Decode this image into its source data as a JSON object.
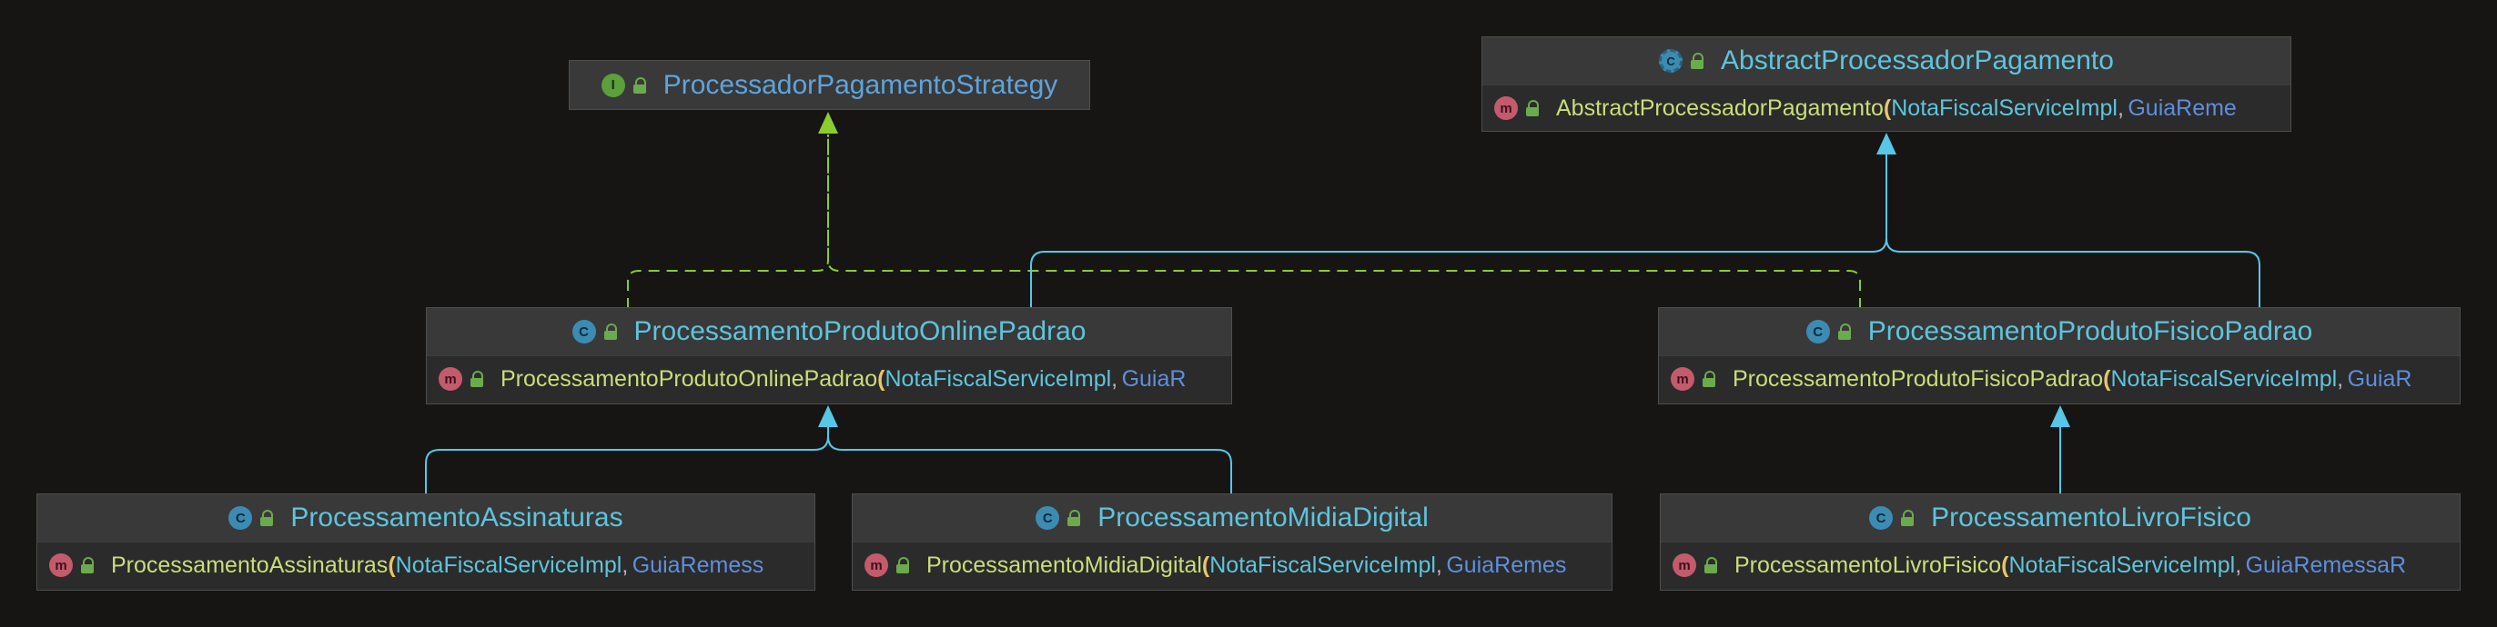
{
  "colors": {
    "background": "#161514",
    "implements_edge": "#8ccc2c",
    "extends_edge": "#56c7e6"
  },
  "nodes": {
    "strategy": {
      "title": "ProcessadorPagamentoStrategy",
      "kind_icon": "interface-icon",
      "kind_letter": "I"
    },
    "abstract": {
      "title": "AbstractProcessadorPagamento",
      "kind_icon": "abstract-class-icon",
      "kind_letter": "C",
      "ctor": {
        "name": "AbstractProcessadorPagamento",
        "paren": "(",
        "param1": "NotaFiscalServiceImpl",
        "comma": ",",
        "param2": "GuiaReme"
      }
    },
    "online": {
      "title": "ProcessamentoProdutoOnlinePadrao",
      "kind_icon": "class-icon",
      "kind_letter": "C",
      "ctor": {
        "name": "ProcessamentoProdutoOnlinePadrao",
        "paren": "(",
        "param1": "NotaFiscalServiceImpl",
        "comma": ",",
        "param2": "GuiaR"
      }
    },
    "fisico": {
      "title": "ProcessamentoProdutoFisicoPadrao",
      "kind_icon": "class-icon",
      "kind_letter": "C",
      "ctor": {
        "name": "ProcessamentoProdutoFisicoPadrao",
        "paren": "(",
        "param1": "NotaFiscalServiceImpl",
        "comma": ",",
        "param2": "GuiaR"
      }
    },
    "assinaturas": {
      "title": "ProcessamentoAssinaturas",
      "kind_icon": "class-icon",
      "kind_letter": "C",
      "ctor": {
        "name": "ProcessamentoAssinaturas",
        "paren": "(",
        "param1": "NotaFiscalServiceImpl",
        "comma": ",",
        "param2": "GuiaRemess"
      }
    },
    "midia": {
      "title": "ProcessamentoMidiaDigital",
      "kind_icon": "class-icon",
      "kind_letter": "C",
      "ctor": {
        "name": "ProcessamentoMidiaDigital",
        "paren": "(",
        "param1": "NotaFiscalServiceImpl",
        "comma": ",",
        "param2": "GuiaRemes"
      }
    },
    "livro": {
      "title": "ProcessamentoLivroFisico",
      "kind_icon": "class-icon",
      "kind_letter": "C",
      "ctor": {
        "name": "ProcessamentoLivroFisico",
        "paren": "(",
        "param1": "NotaFiscalServiceImpl",
        "comma": ",",
        "param2": "GuiaRemessaR"
      }
    }
  },
  "method_badge_letter": "m",
  "edges": [
    {
      "from": "online",
      "to": "strategy",
      "kind": "implements"
    },
    {
      "from": "fisico",
      "to": "strategy",
      "kind": "implements"
    },
    {
      "from": "online",
      "to": "abstract",
      "kind": "extends"
    },
    {
      "from": "fisico",
      "to": "abstract",
      "kind": "extends"
    },
    {
      "from": "assinaturas",
      "to": "online",
      "kind": "extends"
    },
    {
      "from": "midia",
      "to": "online",
      "kind": "extends"
    },
    {
      "from": "livro",
      "to": "fisico",
      "kind": "extends"
    }
  ]
}
